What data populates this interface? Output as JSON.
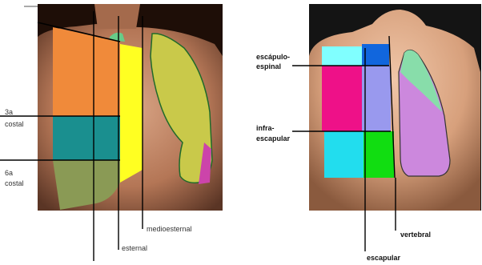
{
  "anterior": {
    "labels": {
      "tercera_costal_line1": "3a",
      "tercera_costal_line2": "costal",
      "sexta_costal_line1": "6a",
      "sexta_costal_line2": "costal",
      "medioesternal": "medioesternal",
      "esternal": "esternal"
    },
    "zone_colors": {
      "upper": "#f08a3a",
      "middle": "#1a8f8f",
      "lower": "#8a9a55",
      "sternal": "#ffff22",
      "lung": "#c9c94a",
      "small_green": "#66cc88",
      "small_magenta": "#cc44aa"
    }
  },
  "posterior": {
    "labels": {
      "escapulo_espinal_line1": "escápulo-",
      "escapulo_espinal_line2": "espinal",
      "infra_escapular_line1": "infra-",
      "infra_escapular_line2": "escapular",
      "vertebral": "vertebral",
      "escapular": "escapular"
    },
    "zone_colors": {
      "top_left": "#80ffff",
      "top_right": "#1166dd",
      "mid_left": "#ee1188",
      "mid_right": "#9999ee",
      "low_left": "#22ddee",
      "low_right": "#11dd11",
      "lung_upper": "#88ddaa",
      "lung_lower": "#cc88dd"
    }
  }
}
